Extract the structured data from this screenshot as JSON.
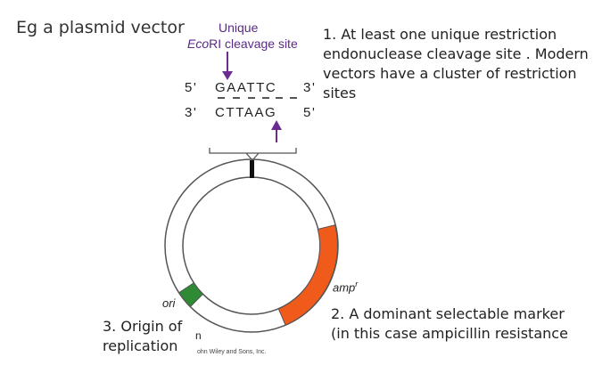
{
  "title": "Eg a plasmid vector",
  "site_label": {
    "line1": "Unique",
    "enzyme_italic": "Eco",
    "enzyme_rest": "RI cleavage site"
  },
  "sequence": {
    "top_5": "5'",
    "top_seq": "GAATTC",
    "top_3": "3'",
    "bottom_3": "3'",
    "bottom_seq": "CTTAAG",
    "bottom_5": "5'"
  },
  "note1": {
    "lines": [
      "1. At least one unique restriction",
      "endonuclease cleavage site . Modern",
      "vectors have a cluster of restriction",
      "sites"
    ]
  },
  "note2": {
    "lines": [
      "2. A dominant selectable marker",
      "(in this case ampicillin resistance"
    ]
  },
  "note3": {
    "lines": [
      "3. Origin of",
      "replication"
    ]
  },
  "plasmid": {
    "ori_label": "ori",
    "amp_label": "amp",
    "amp_sup": "r",
    "cut_letter": "n",
    "credit": "ohn Wiley and Sons, Inc."
  },
  "colors": {
    "purple": "#6a2c91",
    "amp": "#f05a1a",
    "ori": "#2e8b34",
    "ring": "#555555"
  }
}
